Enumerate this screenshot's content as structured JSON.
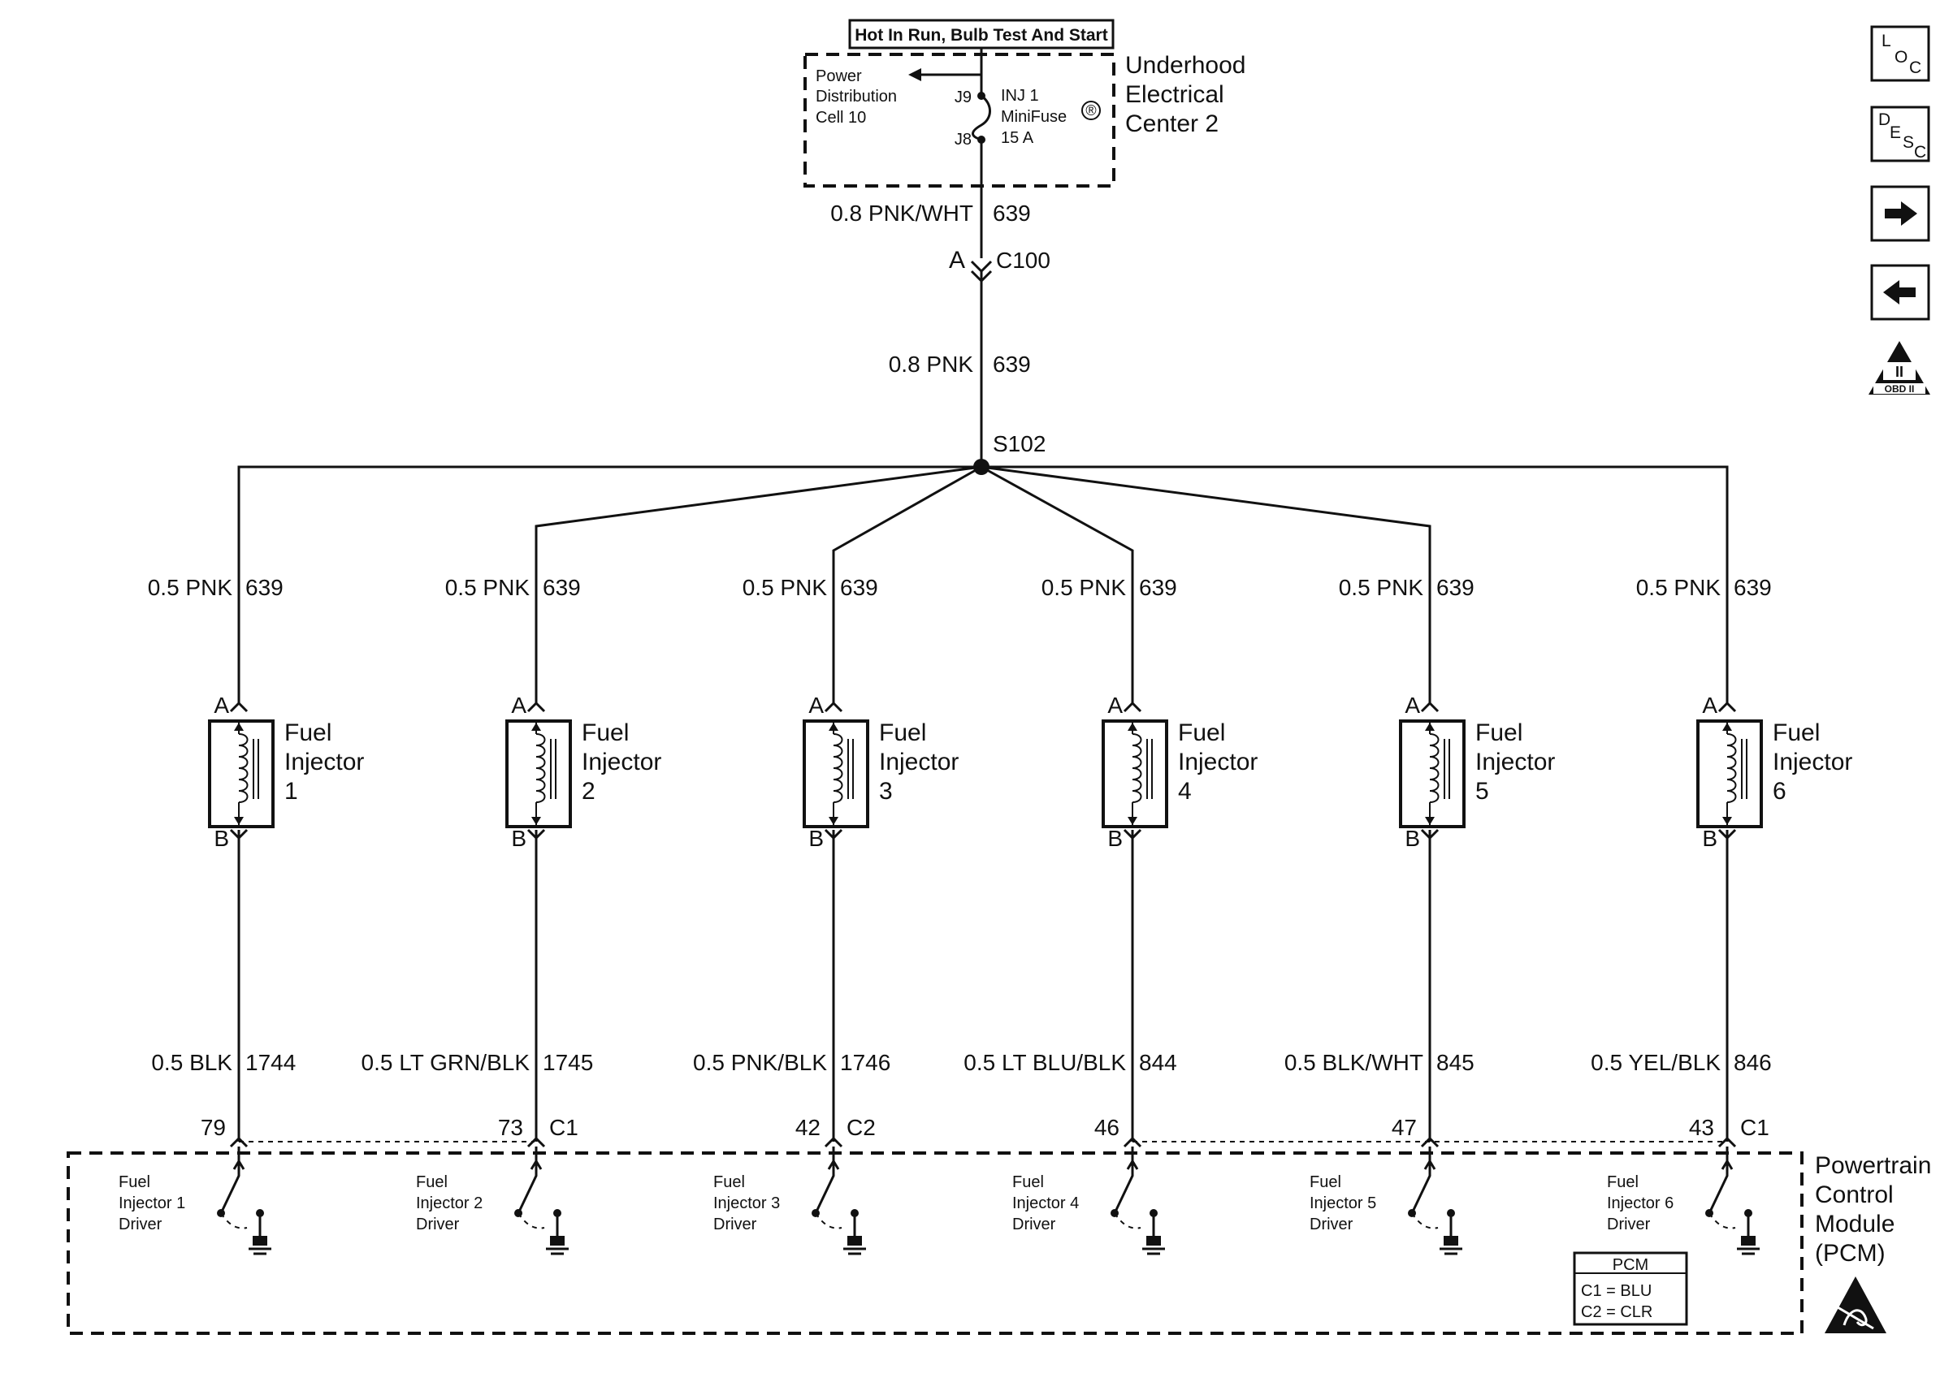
{
  "source_box": {
    "label": "Hot In Run, Bulb Test And Start"
  },
  "fuse_block": {
    "pdc_lines": [
      "Power",
      "Distribution",
      "Cell 10"
    ],
    "terminal_top": "J9",
    "terminal_bottom": "J8",
    "fuse_lines": [
      "INJ 1",
      "MiniFuse",
      "15 A"
    ],
    "registered": "®",
    "component_lines": [
      "Underhood",
      "Electrical",
      "Center 2"
    ]
  },
  "feed_wire_1": {
    "gauge_color": "0.8 PNK/WHT",
    "circuit": "639"
  },
  "connector_c100": {
    "pin": "A",
    "name": "C100"
  },
  "feed_wire_2": {
    "gauge_color": "0.8 PNK",
    "circuit": "639"
  },
  "splice": {
    "name": "S102"
  },
  "injectors": [
    {
      "supply_wire": "0.5 PNK",
      "supply_circuit": "639",
      "pin_a": "A",
      "pin_b": "B",
      "label_lines": [
        "Fuel",
        "Injector",
        "1"
      ],
      "driver_wire": "0.5 BLK",
      "driver_circuit": "1744",
      "pcm_pin": "79",
      "connector": "",
      "driver_lines": [
        "Fuel",
        "Injector 1",
        "Driver"
      ]
    },
    {
      "supply_wire": "0.5 PNK",
      "supply_circuit": "639",
      "pin_a": "A",
      "pin_b": "B",
      "label_lines": [
        "Fuel",
        "Injector",
        "2"
      ],
      "driver_wire": "0.5 LT GRN/BLK",
      "driver_circuit": "1745",
      "pcm_pin": "73",
      "connector": "C1",
      "driver_lines": [
        "Fuel",
        "Injector 2",
        "Driver"
      ]
    },
    {
      "supply_wire": "0.5 PNK",
      "supply_circuit": "639",
      "pin_a": "A",
      "pin_b": "B",
      "label_lines": [
        "Fuel",
        "Injector",
        "3"
      ],
      "driver_wire": "0.5 PNK/BLK",
      "driver_circuit": "1746",
      "pcm_pin": "42",
      "connector": "C2",
      "driver_lines": [
        "Fuel",
        "Injector 3",
        "Driver"
      ]
    },
    {
      "supply_wire": "0.5 PNK",
      "supply_circuit": "639",
      "pin_a": "A",
      "pin_b": "B",
      "label_lines": [
        "Fuel",
        "Injector",
        "4"
      ],
      "driver_wire": "0.5 LT BLU/BLK",
      "driver_circuit": "844",
      "pcm_pin": "46",
      "connector": "",
      "driver_lines": [
        "Fuel",
        "Injector 4",
        "Driver"
      ]
    },
    {
      "supply_wire": "0.5 PNK",
      "supply_circuit": "639",
      "pin_a": "A",
      "pin_b": "B",
      "label_lines": [
        "Fuel",
        "Injector",
        "5"
      ],
      "driver_wire": "0.5 BLK/WHT",
      "driver_circuit": "845",
      "pcm_pin": "47",
      "connector": "",
      "driver_lines": [
        "Fuel",
        "Injector 5",
        "Driver"
      ]
    },
    {
      "supply_wire": "0.5 PNK",
      "supply_circuit": "639",
      "pin_a": "A",
      "pin_b": "B",
      "label_lines": [
        "Fuel",
        "Injector",
        "6"
      ],
      "driver_wire": "0.5 YEL/BLK",
      "driver_circuit": "846",
      "pcm_pin": "43",
      "connector": "C1",
      "driver_lines": [
        "Fuel",
        "Injector 6",
        "Driver"
      ]
    }
  ],
  "pcm": {
    "label_lines": [
      "Powertrain",
      "Control",
      "Module",
      "(PCM)"
    ],
    "legend_title": "PCM",
    "legend_rows": [
      "C1 = BLU",
      "C2 = CLR"
    ]
  },
  "nav": {
    "loc": {
      "top": "L",
      "bottom": "O",
      "sub": "C"
    },
    "desc": {
      "a": "D",
      "b": "E",
      "c": "S",
      "d": "C"
    },
    "obd_top": "II",
    "obd_bottom": "OBD II"
  },
  "icons": {
    "forward": "arrow-right-icon",
    "back": "arrow-left-icon",
    "obd": "obd-warning-icon",
    "esd": "esd-sensitive-icon"
  }
}
